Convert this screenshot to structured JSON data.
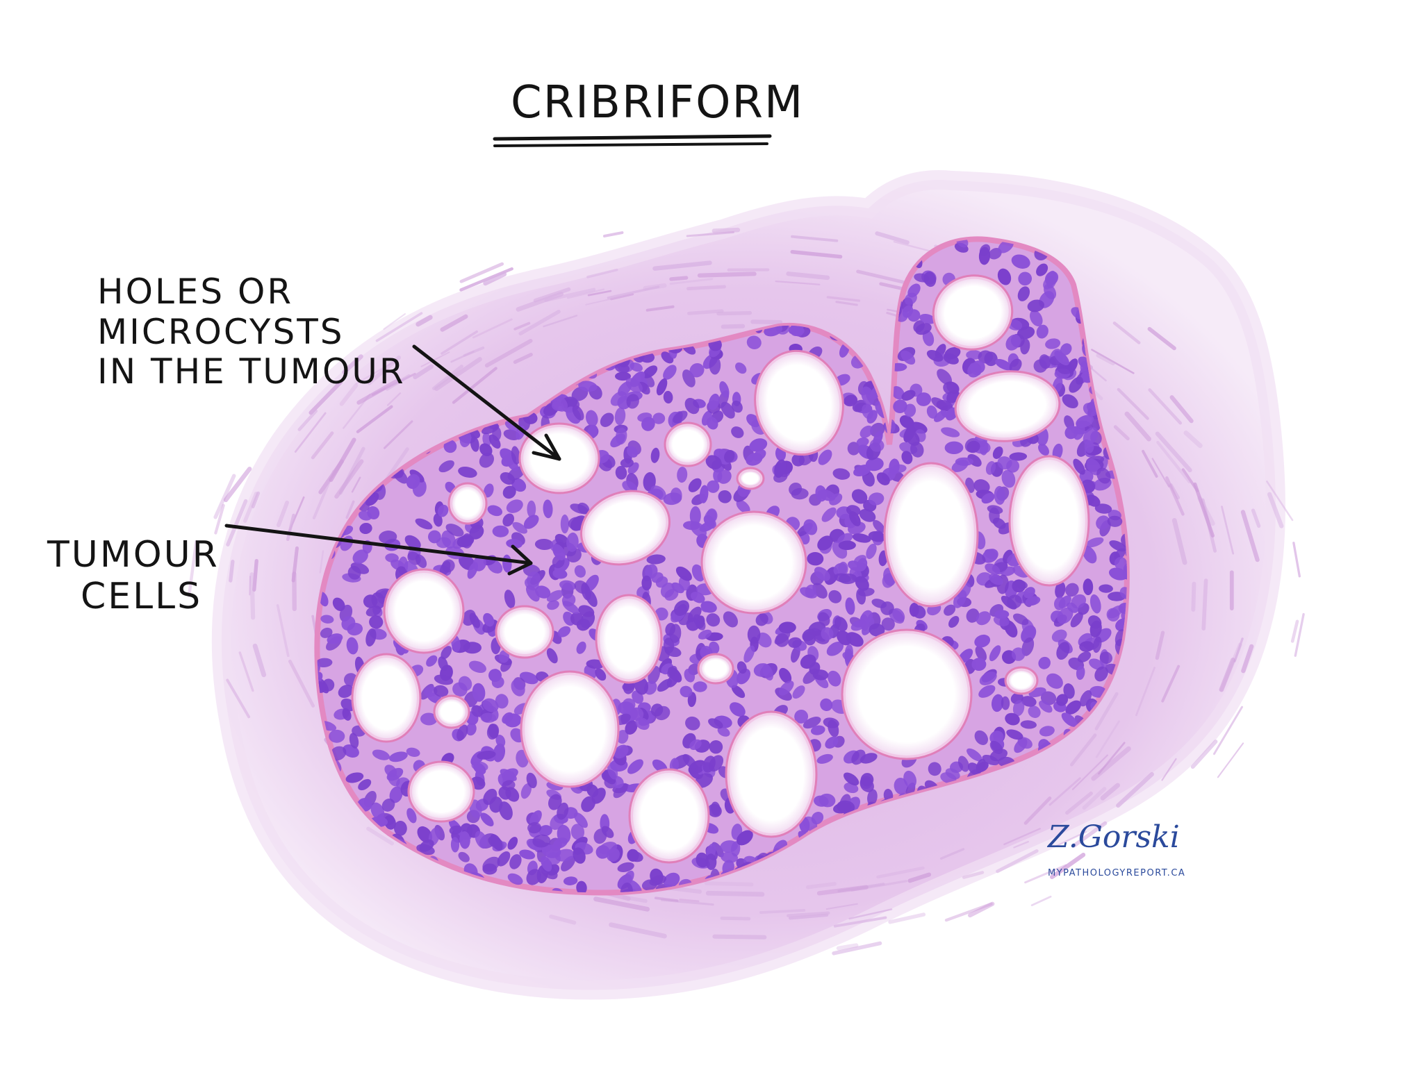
{
  "title": "CRIBRIFORM",
  "labels": {
    "holes": "HOLES OR MICROCYSTS\nIN THE TUMOUR",
    "cells_line1": "TUMOUR",
    "cells_line2": "CELLS"
  },
  "signature": {
    "name": "Z.Gorski",
    "website": "MYPATHOLOGYREPORT.CA"
  },
  "colors": {
    "stroma": "#e4c2ea",
    "stroma_edge": "#f0dcf3",
    "stroma_streak": "#cf9edb",
    "tumour_cytoplasm": "#d8a6e4",
    "nucleus": "#8a4fd8",
    "nucleus_dark": "#7a3fcc",
    "lumen": "#ffffff",
    "lumen_rim": "#e07fb9",
    "ink": "#141414",
    "signature": "#2b4a9c"
  }
}
